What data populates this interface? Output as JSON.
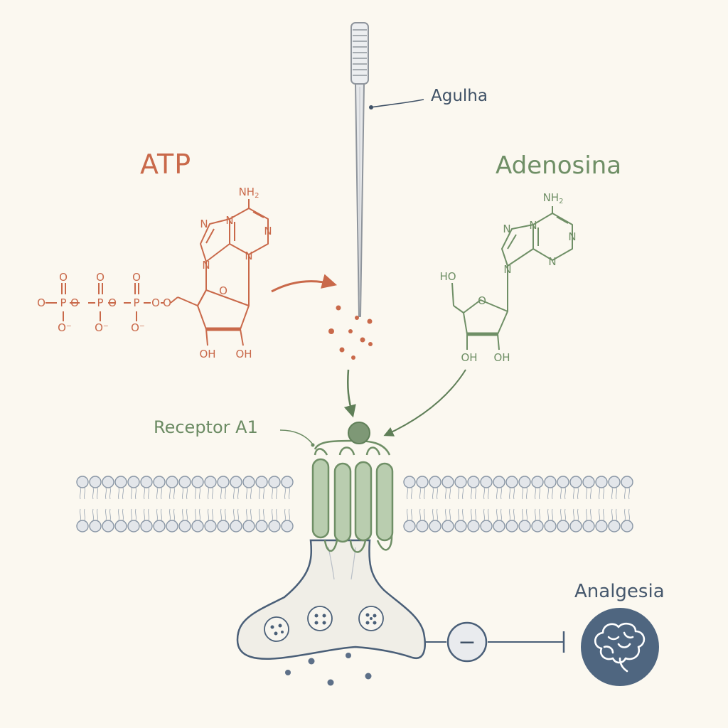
{
  "labels": {
    "atp": "ATP",
    "adenosine": "Adenosina",
    "needle": "Agulha",
    "receptor": "Receptor A1",
    "analgesia": "Analgesia"
  },
  "atoms": {
    "nh2": "NH",
    "nh2_sub": "2",
    "n": "N",
    "o": "O",
    "p": "P",
    "o_minus": "O⁻",
    "oh": "OH",
    "ho": "HO"
  },
  "symbols": {
    "inhibition": "−"
  },
  "colors": {
    "background": "#fbf8f0",
    "atp": "#c9694a",
    "adenosine": "#6f8f66",
    "receptor_fill": "#b9cdaf",
    "receptor_stroke": "#6f8f66",
    "membrane_head": "#e3e6ea",
    "membrane_stroke": "#8a97a6",
    "neuron_fill": "#f0eee7",
    "neuron_stroke": "#4a5f78",
    "brain_circle": "#4f6680",
    "needle": "#8f959c",
    "text_dark": "#3f5166"
  },
  "icons": [
    "needle-icon",
    "brain-icon",
    "inhibition-icon",
    "vesicle-icon"
  ]
}
